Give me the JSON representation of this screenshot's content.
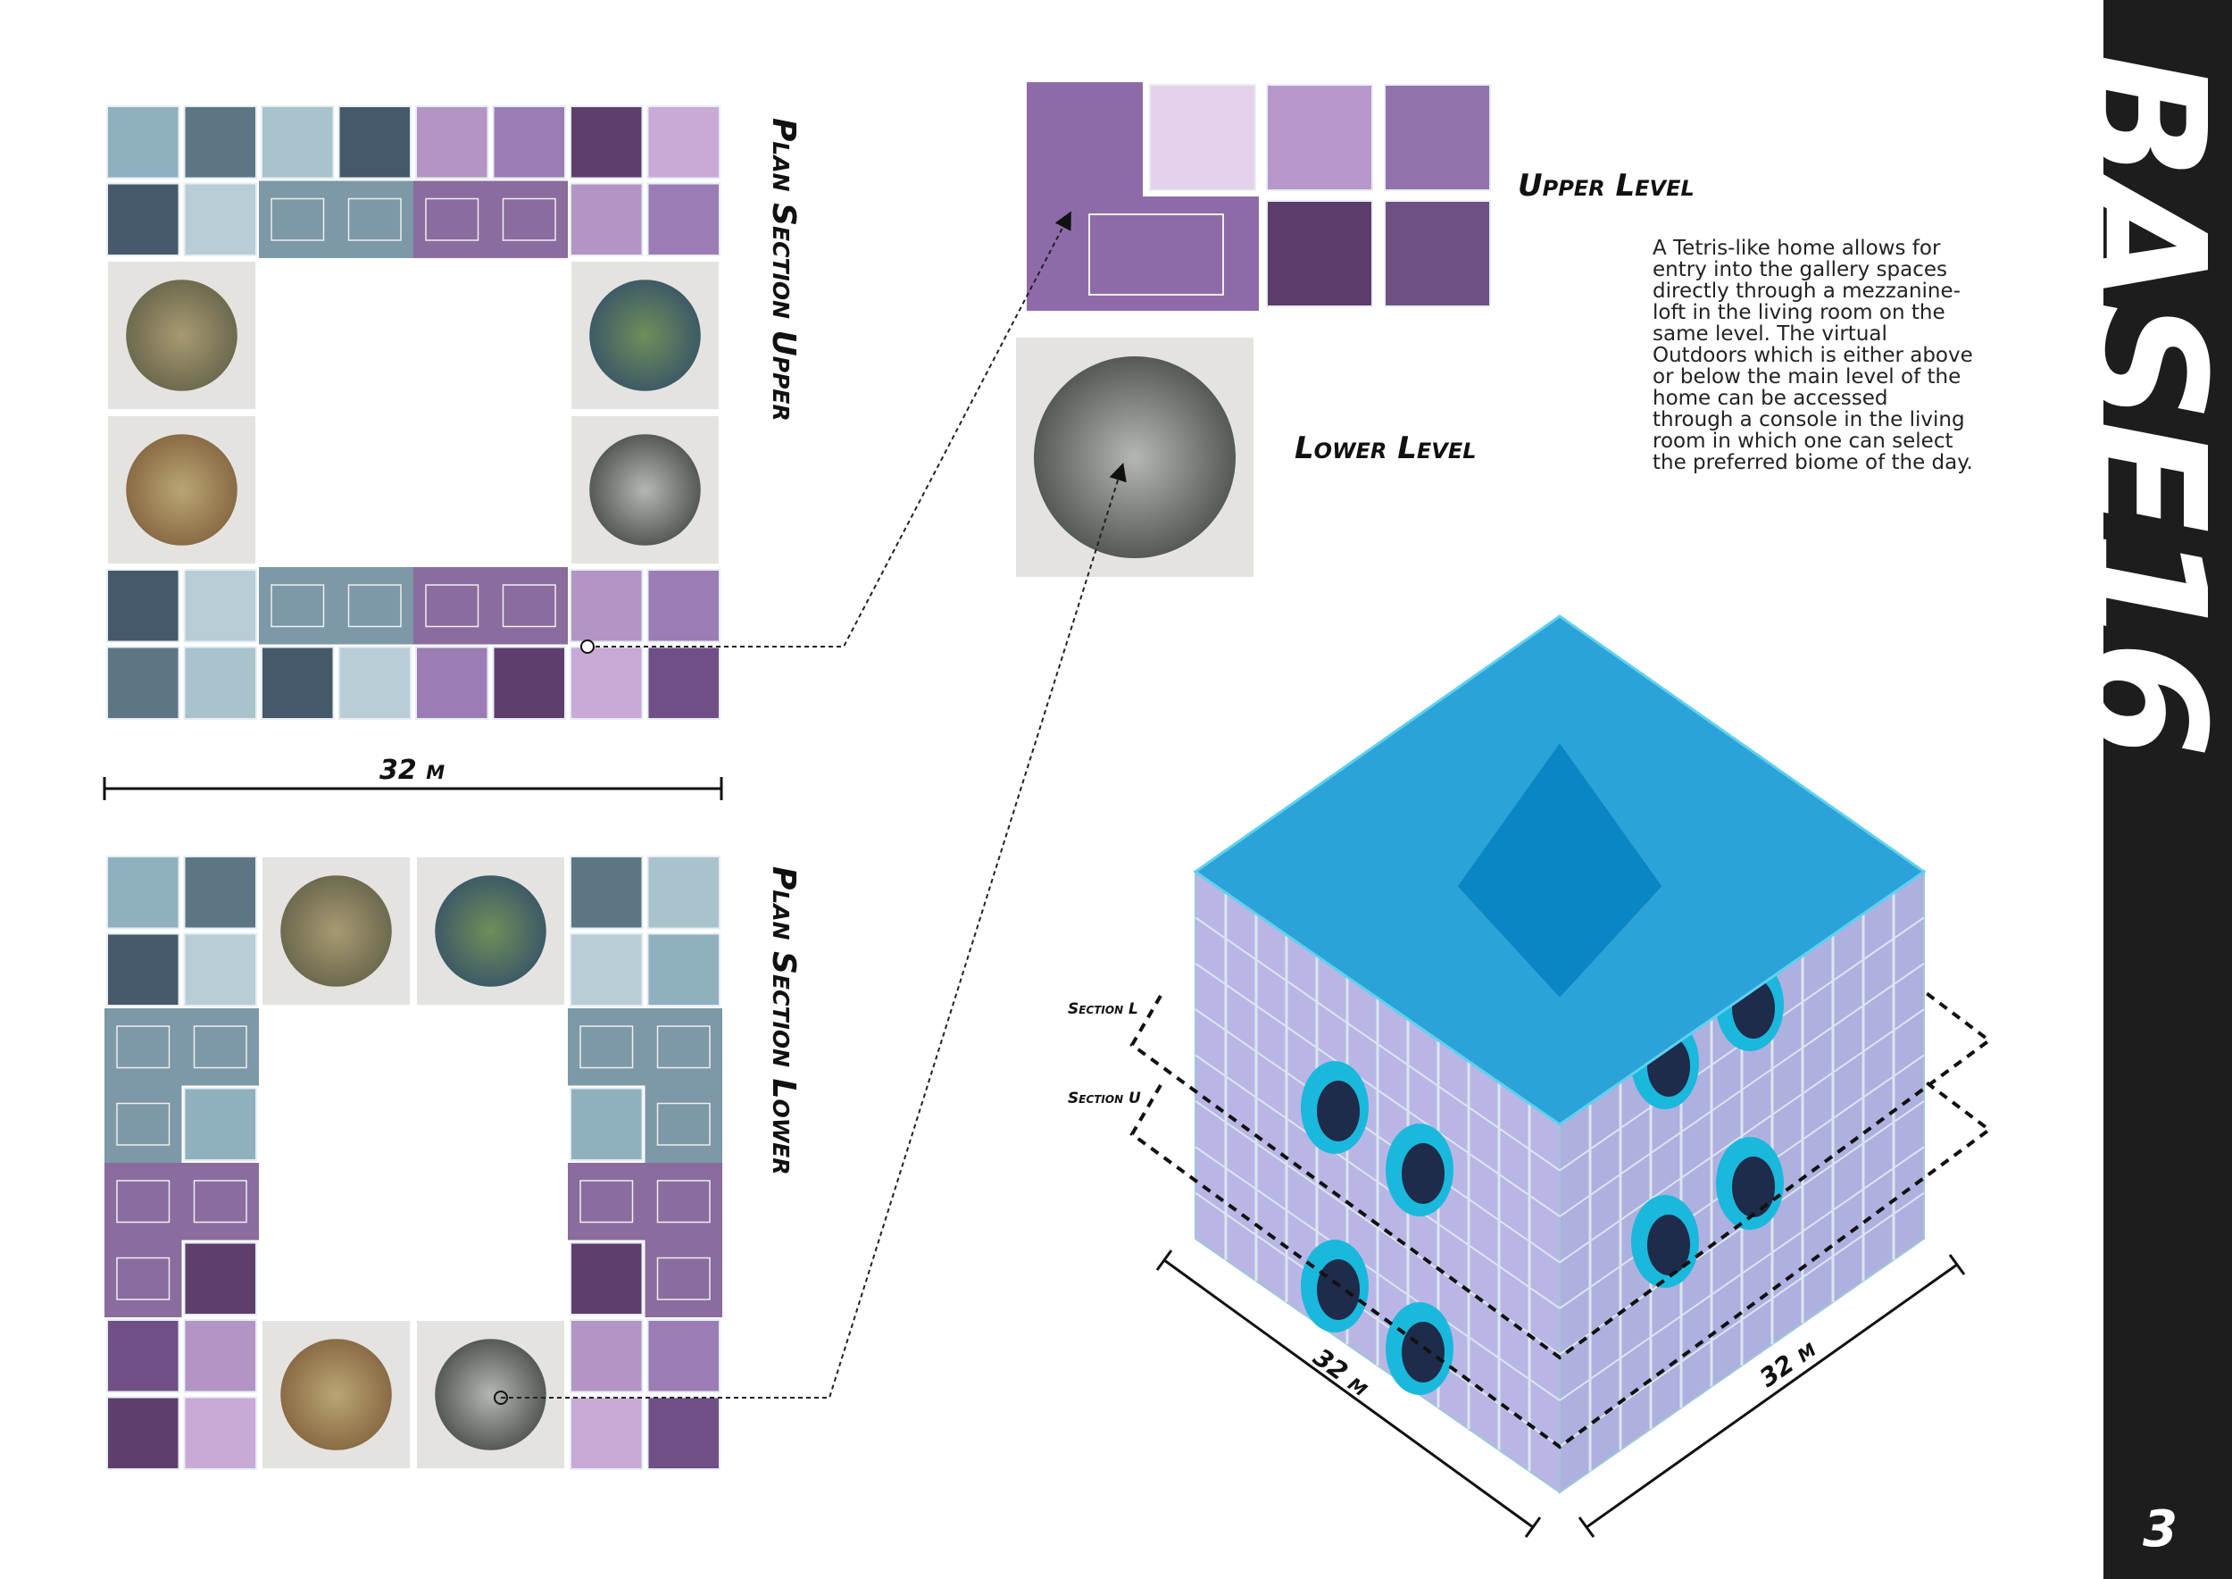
{
  "brand": {
    "title": "BASE16",
    "page_number": "3"
  },
  "plans": {
    "upper_title": "Plan Section Upper",
    "lower_title": "Plan Section Lower",
    "scale_label": "32 m"
  },
  "levels": {
    "upper_label": "Upper Level",
    "lower_label": "Lower Level"
  },
  "description": "A Tetris-like home allows for entry into the gallery spaces directly through a mezzanine-loft in the living room on the same level. The virtual Outdoors which is either above or below the main level of the home can be accessed through a console in the living room in which one can select the preferred biome of the day.",
  "axon": {
    "section_l": "Section L",
    "section_u": "Section U",
    "dim_left": "32 m",
    "dim_right": "32 m"
  },
  "colors": {
    "sidebar": "#1d1d1d",
    "cube_top": "#2ba3d8",
    "cube_top_center": "#0a86c4",
    "cube_face": "#b9b6e6",
    "tile_blue": "#6f8e9c",
    "tile_purple": "#7a5a92"
  }
}
